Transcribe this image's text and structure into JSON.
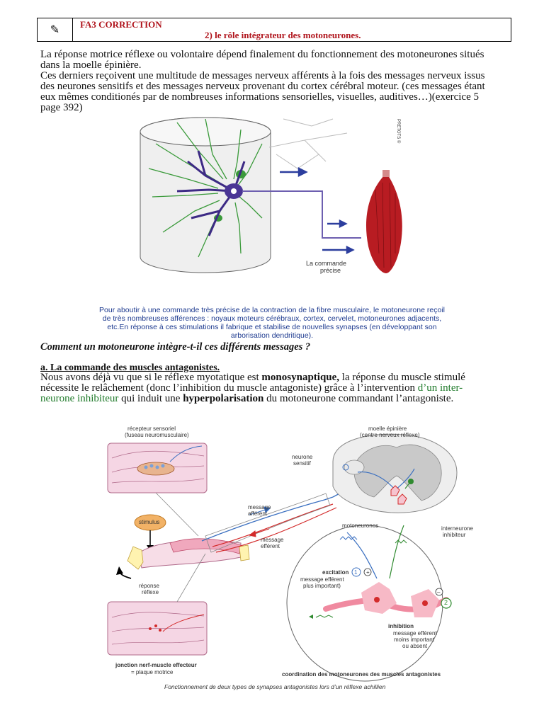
{
  "header": {
    "title": "FA3 CORRECTION",
    "subtitle": "2) le rôle intégrateur des motoneurones."
  },
  "intro": {
    "line1": "La réponse motrice réflexe ou volontaire dépend finalement du fonctionnement des motoneurones situés",
    "line2": "dans la moelle épinière.",
    "line3": "Ces derniers reçoivent une multitude de messages nerveux afférents à la fois des messages nerveux issus",
    "line4": "des neurones sensitifs et des messages nerveux provenant du cortex cérébral moteur. (ces messages étant",
    "line5": "eux mêmes conditionés par de nombreuses informations sensorielles, visuelles, auditives…)(exercice 5",
    "line6": "page 392)"
  },
  "figure1": {
    "label": "La commande",
    "label2": "précise",
    "credit": "PRETOTS ©",
    "caption1": "Pour aboutir à une commande très précise de la contraction de la fibre musculaire, le motoneurone reçoil",
    "caption2": "de très nombreuses afférences : noyaux moteurs cérébraux, cortex, cervelet, motoneurones adjacents,",
    "caption3": "etc.En réponse à ces stimulations il fabrique et stabilise de nouvelles synapses (en développant son",
    "caption4": "arborisation dendritique)."
  },
  "question": "Comment un motoneurone intègre-t-il ces différents messages ?",
  "section_a": {
    "title": "a. La commande des muscles antagonistes.",
    "p1": "Nous avons déjà vu que si le réflexe myotatique est",
    "p1_bold": "monosynaptique,",
    "p1_end": " la réponse du muscle stimulé",
    "p2": "nécessite le relâchement (donc l’inhibition du muscle antagoniste) grâce à l’intervention",
    "p2_green": "d’un inter-",
    "p3_green": "neurone inhibiteur",
    "p3": " qui induit une ",
    "p3_bold": "hyperpolarisation",
    "p3_end": " du motoneurone commandant l’antagoniste."
  },
  "figure2": {
    "receptor": "récepteur sensoriel",
    "receptor2": "(fuseau neuromusculaire)",
    "cord": "moelle épinière",
    "cord2": "(centre nerveux réflexe)",
    "sensory_neuron": "neurone",
    "sensory_neuron2": "sensitif",
    "afferent": "message",
    "afferent2": "afférent",
    "efferent": "message",
    "efferent2": "efférent",
    "stimulus": "stimulus",
    "motoneurons": "motoneurones",
    "interneuron": "interneurone",
    "interneuron2": "inhibiteur",
    "response": "réponse",
    "response2": "réflexe",
    "excitation": "excitation",
    "excitation_msg": "message efférent",
    "excitation_msg2": "plus important)",
    "inhibition": "inhibition",
    "inhibition_msg": "message efférent",
    "inhibition_msg2": "moins important",
    "inhibition_msg3": "ou absent",
    "junction": "jonction nerf-muscle effecteur",
    "junction2": "= plaque motrice",
    "coordination": "coordination des motoneurones des muscles antagonistes",
    "caption": "Fonctionnement de deux types de synapses antagonistes lors d’un réflexe achillien",
    "num1": "1",
    "num2": "2",
    "plus": "+",
    "minus": "–"
  }
}
